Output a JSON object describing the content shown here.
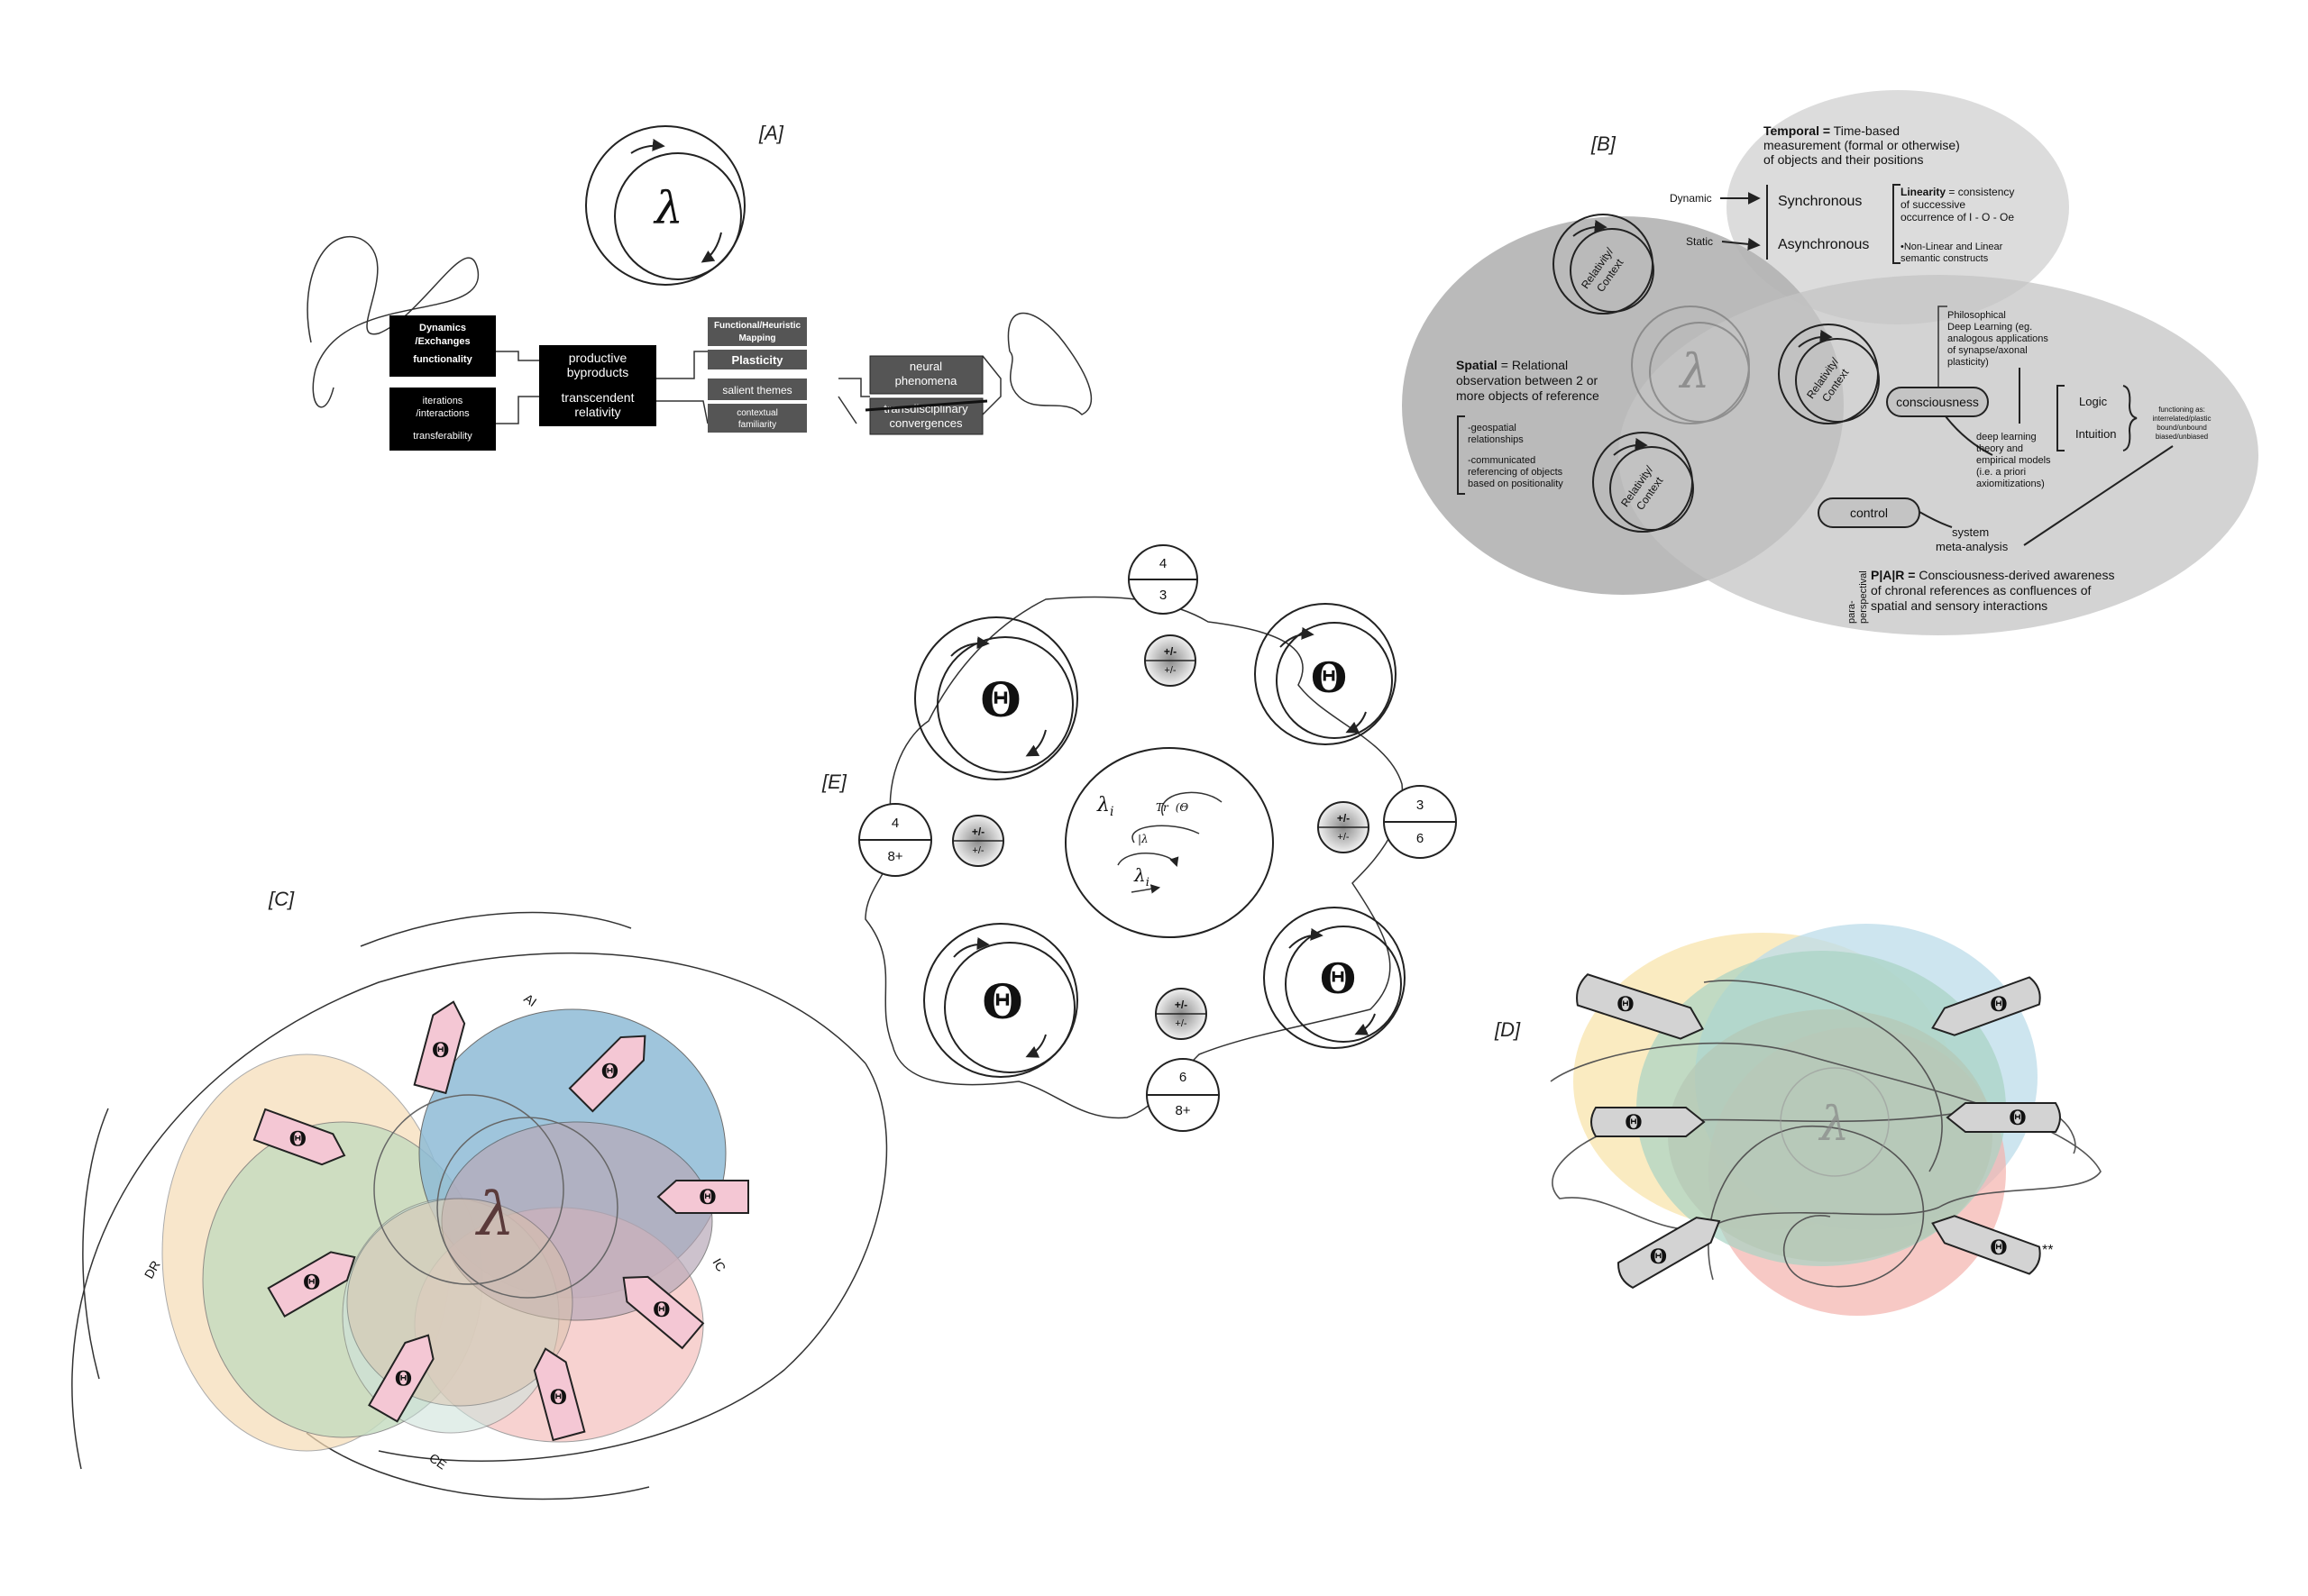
{
  "panels": {
    "A": {
      "label": "[A]",
      "symbol": "λ",
      "boxes": {
        "dynamics_l1": "Dynamics",
        "dynamics_l2": "/Exchanges",
        "functionality": "functionality",
        "iterations_l1": "iterations",
        "iterations_l2": "/interactions",
        "transferability": "transferability",
        "byproducts_l1": "productive",
        "byproducts_l2": "byproducts",
        "relativity_l1": "transcendent",
        "relativity_l2": "relativity",
        "functional_l1": "Functional/Heuristic",
        "functional_l2": "Mapping",
        "plasticity": "Plasticity",
        "salient": "salient themes",
        "contextual_l1": "contextual",
        "contextual_l2": "familiarity",
        "neural_l1": "neural",
        "neural_l2": "phenomena",
        "trans_l1": "transdisciplinary",
        "trans_l2": "convergences"
      }
    },
    "B": {
      "label": "[B]",
      "symbol": "λ",
      "temporal_bold": "Temporal =",
      "temporal_rest": " Time-based",
      "temporal_l2": "measurement (formal or otherwise)",
      "temporal_l3": "of objects and their positions",
      "dynamic": "Dynamic",
      "static": "Static",
      "synchronous": "Synchronous",
      "asynchronous": "Asynchronous",
      "linearity_bold": "Linearity",
      "linearity_rest": " = consistency",
      "linearity_l2": "of successive",
      "linearity_l3": "occurrence of I - O - Oe",
      "nonlinear_l1": "•Non-Linear and Linear",
      "nonlinear_l2": "semantic constructs",
      "spatial_bold": "Spatial",
      "spatial_rest": " = Relational",
      "spatial_l2": "observation between 2 or",
      "spatial_l3": "more objects of reference",
      "geo_l1": "-geospatial",
      "geo_l2": "relationships",
      "comm_l1": "-communicated",
      "comm_l2": "referencing of objects",
      "comm_l3": "based on positionality",
      "relctx_l1": "Relativity/",
      "relctx_l2": "Context",
      "phil_l1": "Philosophical",
      "phil_l2": "Deep Learning (eg.",
      "phil_l3": "analogous applications",
      "phil_l4": "of synapse/axonal",
      "phil_l5": "plasticity)",
      "consciousness": "consciousness",
      "deep_l1": "deep learning",
      "deep_l2": "theory and",
      "deep_l3": "empirical models",
      "deep_l4": "(i.e. a priori",
      "deep_l5": "axiomitizations)",
      "logic": "Logic",
      "intuition": "Intuition",
      "func_l1": "functioning as:",
      "func_l2": "interrelated/plastic",
      "func_l3": "bound/unbound",
      "func_l4": "biased/unbiased",
      "control": "control",
      "system_l1": "system",
      "system_l2": "meta-analysis",
      "para_l1": "para-",
      "para_l2": "perspectival",
      "par_bold": "P|A|R =",
      "par_rest": " Consciousness-derived awareness",
      "par_l2": "of chronal references as confluences of",
      "par_l3": "spatial and sensory interactions"
    },
    "C": {
      "label": "[C]",
      "symbol": "λ",
      "theta": "Θ",
      "ai": "AI",
      "dr": "DR",
      "ic": "IC",
      "ce": "CE"
    },
    "D": {
      "label": "[D]",
      "symbol": "λ",
      "theta": "Θ",
      "stars": "**"
    },
    "E": {
      "label": "[E]",
      "theta": "Θ",
      "lambda_i": "λ",
      "sub_i": "i",
      "trace": "Tr",
      "trace_args": "(Θ",
      "ket": "|λ",
      "pm": "+/-",
      "n_top_a": "4",
      "n_top_b": "3",
      "n_left_a": "4",
      "n_left_b": "8+",
      "n_right_a": "3",
      "n_right_b": "6",
      "n_bot_a": "6",
      "n_bot_b": "8+"
    }
  },
  "colors": {
    "black_box": "#000000",
    "grey_box": "#555555",
    "b_dark": "#b3b3b3",
    "b_light": "#dadada",
    "c_blue": "#8fbcd6",
    "c_peach": "#f6dcb6",
    "c_green": "#c4dcbf",
    "c_rose": "#f6c7c5",
    "c_mauve": "#b8a9b8",
    "c_theta": "#f4c7d4"
  }
}
